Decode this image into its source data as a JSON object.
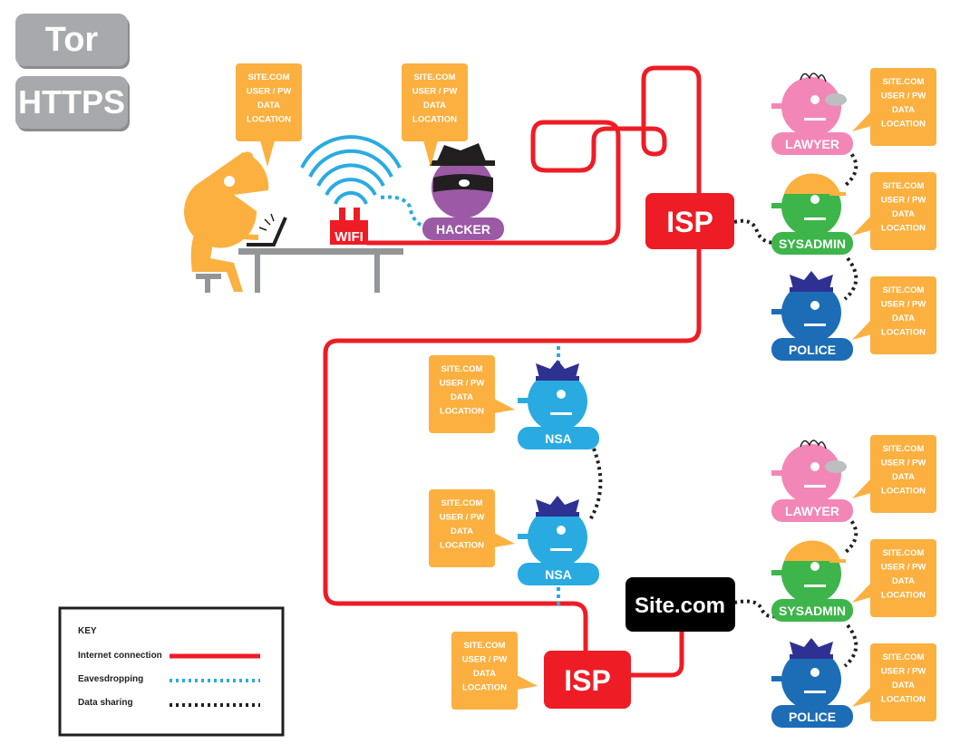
{
  "tabs": [
    {
      "label": "Tor"
    },
    {
      "label": "HTTPS"
    }
  ],
  "colors": {
    "internet": "#ee1c25",
    "eavesdrop": "#29abe2",
    "sharing": "#231f20",
    "bubble": "#fbb040",
    "user": "#fbb040",
    "hacker": "#9b59a6",
    "lawyer": "#f287b7",
    "sysadmin": "#3db54a",
    "police": "#1c6db6",
    "nsa": "#29abe2",
    "tab": "#a7a9ac"
  },
  "bubble_lines": [
    "SITE.COM",
    "USER / PW",
    "DATA",
    "LOCATION"
  ],
  "nodes": {
    "wifi": "WIFI",
    "hacker": "HACKER",
    "isp1": "ISP",
    "isp2": "ISP",
    "site": "Site.com",
    "nsa1": "NSA",
    "nsa2": "NSA",
    "lawyer1": "LAWYER",
    "sysadmin1": "SYSADMIN",
    "police1": "POLICE",
    "lawyer2": "LAWYER",
    "sysadmin2": "SYSADMIN",
    "police2": "POLICE"
  },
  "key": {
    "title": "KEY",
    "items": [
      {
        "label": "Internet connection",
        "style": "solid-red"
      },
      {
        "label": "Eavesdropping",
        "style": "dotted-blue"
      },
      {
        "label": "Data sharing",
        "style": "dotted-black"
      }
    ]
  }
}
